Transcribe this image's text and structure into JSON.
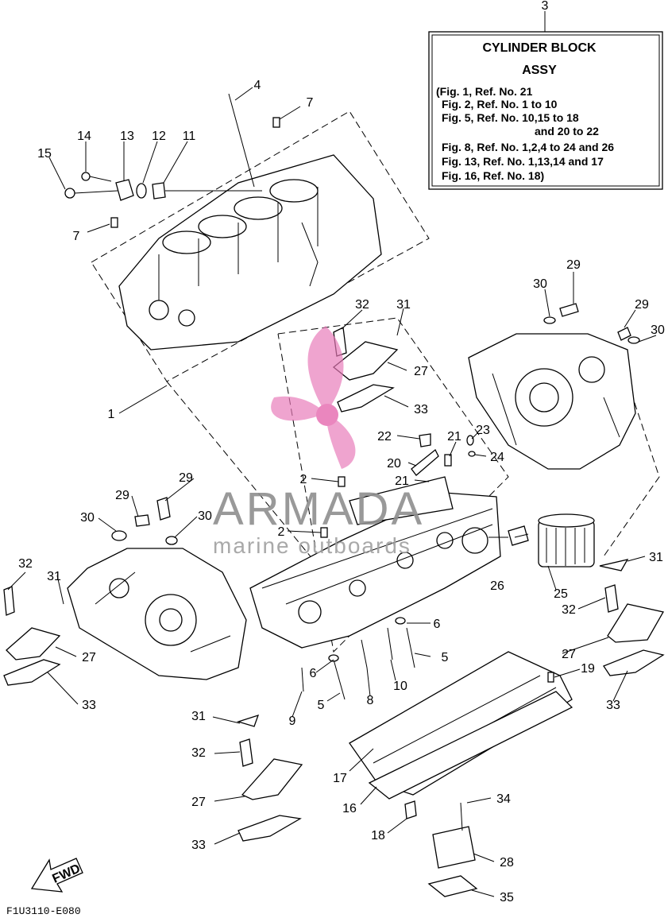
{
  "diagram": {
    "callouts": [
      {
        "id": "c3",
        "text": "3"
      },
      {
        "id": "c4",
        "text": "4"
      },
      {
        "id": "c7a",
        "text": "7"
      },
      {
        "id": "c14",
        "text": "14"
      },
      {
        "id": "c13",
        "text": "13"
      },
      {
        "id": "c12",
        "text": "12"
      },
      {
        "id": "c11",
        "text": "11"
      },
      {
        "id": "c15",
        "text": "15"
      },
      {
        "id": "c7b",
        "text": "7"
      },
      {
        "id": "c29a",
        "text": "29"
      },
      {
        "id": "c30a",
        "text": "30"
      },
      {
        "id": "c29b",
        "text": "29"
      },
      {
        "id": "c30b",
        "text": "30"
      },
      {
        "id": "c32a",
        "text": "32"
      },
      {
        "id": "c31a",
        "text": "31"
      },
      {
        "id": "c27a",
        "text": "27"
      },
      {
        "id": "c33a",
        "text": "33"
      },
      {
        "id": "c1",
        "text": "1"
      },
      {
        "id": "c22",
        "text": "22"
      },
      {
        "id": "c21a",
        "text": "21"
      },
      {
        "id": "c23",
        "text": "23"
      },
      {
        "id": "c20",
        "text": "20"
      },
      {
        "id": "c24",
        "text": "24"
      },
      {
        "id": "c2a",
        "text": "2"
      },
      {
        "id": "c21b",
        "text": "21"
      },
      {
        "id": "c29c",
        "text": "29"
      },
      {
        "id": "c29d",
        "text": "29"
      },
      {
        "id": "c30c",
        "text": "30"
      },
      {
        "id": "c30d",
        "text": "30"
      },
      {
        "id": "c2b",
        "text": "2"
      },
      {
        "id": "c32b",
        "text": "32"
      },
      {
        "id": "c31b",
        "text": "31"
      },
      {
        "id": "c27b",
        "text": "27"
      },
      {
        "id": "c33b",
        "text": "33"
      },
      {
        "id": "c26",
        "text": "26"
      },
      {
        "id": "c25",
        "text": "25"
      },
      {
        "id": "c31c",
        "text": "31"
      },
      {
        "id": "c32c",
        "text": "32"
      },
      {
        "id": "c6a",
        "text": "6"
      },
      {
        "id": "c5a",
        "text": "5"
      },
      {
        "id": "c27c",
        "text": "27"
      },
      {
        "id": "c19",
        "text": "19"
      },
      {
        "id": "c33c",
        "text": "33"
      },
      {
        "id": "c6b",
        "text": "6"
      },
      {
        "id": "c10",
        "text": "10"
      },
      {
        "id": "c5b",
        "text": "5"
      },
      {
        "id": "c8",
        "text": "8"
      },
      {
        "id": "c9",
        "text": "9"
      },
      {
        "id": "c31d",
        "text": "31"
      },
      {
        "id": "c32d",
        "text": "32"
      },
      {
        "id": "c17",
        "text": "17"
      },
      {
        "id": "c27d",
        "text": "27"
      },
      {
        "id": "c16",
        "text": "16"
      },
      {
        "id": "c34",
        "text": "34"
      },
      {
        "id": "c18",
        "text": "18"
      },
      {
        "id": "c33d",
        "text": "33"
      },
      {
        "id": "c28",
        "text": "28"
      },
      {
        "id": "c35",
        "text": "35"
      }
    ],
    "assy_box": {
      "title_line1": "CYLINDER BLOCK",
      "title_line2": "ASSY",
      "lines": [
        "(Fig. 1, Ref. No. 21",
        "Fig. 2, Ref. No. 1 to 10",
        "Fig. 5, Ref. No. 10,15 to 18",
        "and 20 to 22",
        "Fig. 8, Ref. No. 1,2,4 to 24 and 26",
        "Fig. 13, Ref. No. 1,13,14 and 17",
        "Fig. 16, Ref. No. 18)"
      ]
    },
    "fwd_label": "FWD",
    "figure_code": "F1U3110-E080"
  },
  "watermark": {
    "brand": "ARMADA",
    "tagline": "marine outboards",
    "logo_color": "#e87ab8",
    "text_color": "#8e8e8e"
  }
}
